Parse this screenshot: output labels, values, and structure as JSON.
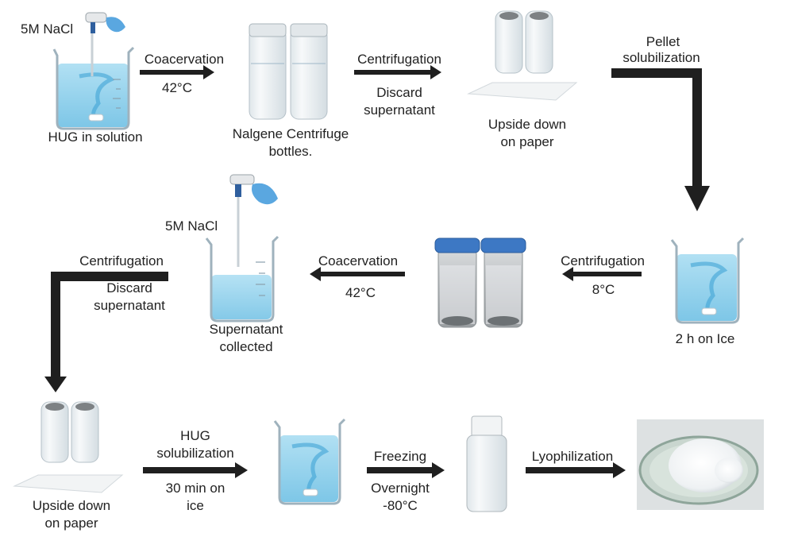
{
  "row1": {
    "beaker_label": "HUG in solution",
    "nacl_label": "5M NaCl",
    "arrow1_top": "Coacervation",
    "arrow1_bottom": "42°C",
    "bottles_label_line1": "Nalgene Centrifuge",
    "bottles_label_line2": "bottles.",
    "arrow2_top": "Centrifugation",
    "arrow2_bottom_line1": "Discard",
    "arrow2_bottom_line2": "supernatant",
    "upside_line1": "Upside down",
    "upside_line2": "on paper",
    "arrow3_line1": "Pellet",
    "arrow3_line2": "solubilization"
  },
  "row2": {
    "ice_label": "2 h on Ice",
    "arrow4_top": "Centrifugation",
    "arrow4_bottom": "8°C",
    "arrow5_top": "Coacervation",
    "arrow5_bottom": "42°C",
    "nacl_label": "5M NaCl",
    "supernatant_line1": "Supernatant",
    "supernatant_line2": "collected",
    "arrow6_top": "Centrifugation",
    "arrow6_bottom_line1": "Discard",
    "arrow6_bottom_line2": "supernatant"
  },
  "row3": {
    "upside_line1": "Upside down",
    "upside_line2": "on paper",
    "arrow7_top_line1": "HUG",
    "arrow7_top_line2": "solubilization",
    "arrow7_bottom_line1": "30 min on",
    "arrow7_bottom_line2": "ice",
    "arrow8_top": "Freezing",
    "arrow8_bottom_line1": "Overnight",
    "arrow8_bottom_line2": "-80°C",
    "arrow9_top": "Lyophilization"
  },
  "colors": {
    "arrow": "#1f1f1f",
    "liquid": "#8fd0ec",
    "liquid_dark": "#5bb8df",
    "glass": "#e9eef1",
    "cap_blue": "#3d78c4",
    "glove_blue": "#5aa7e0"
  }
}
